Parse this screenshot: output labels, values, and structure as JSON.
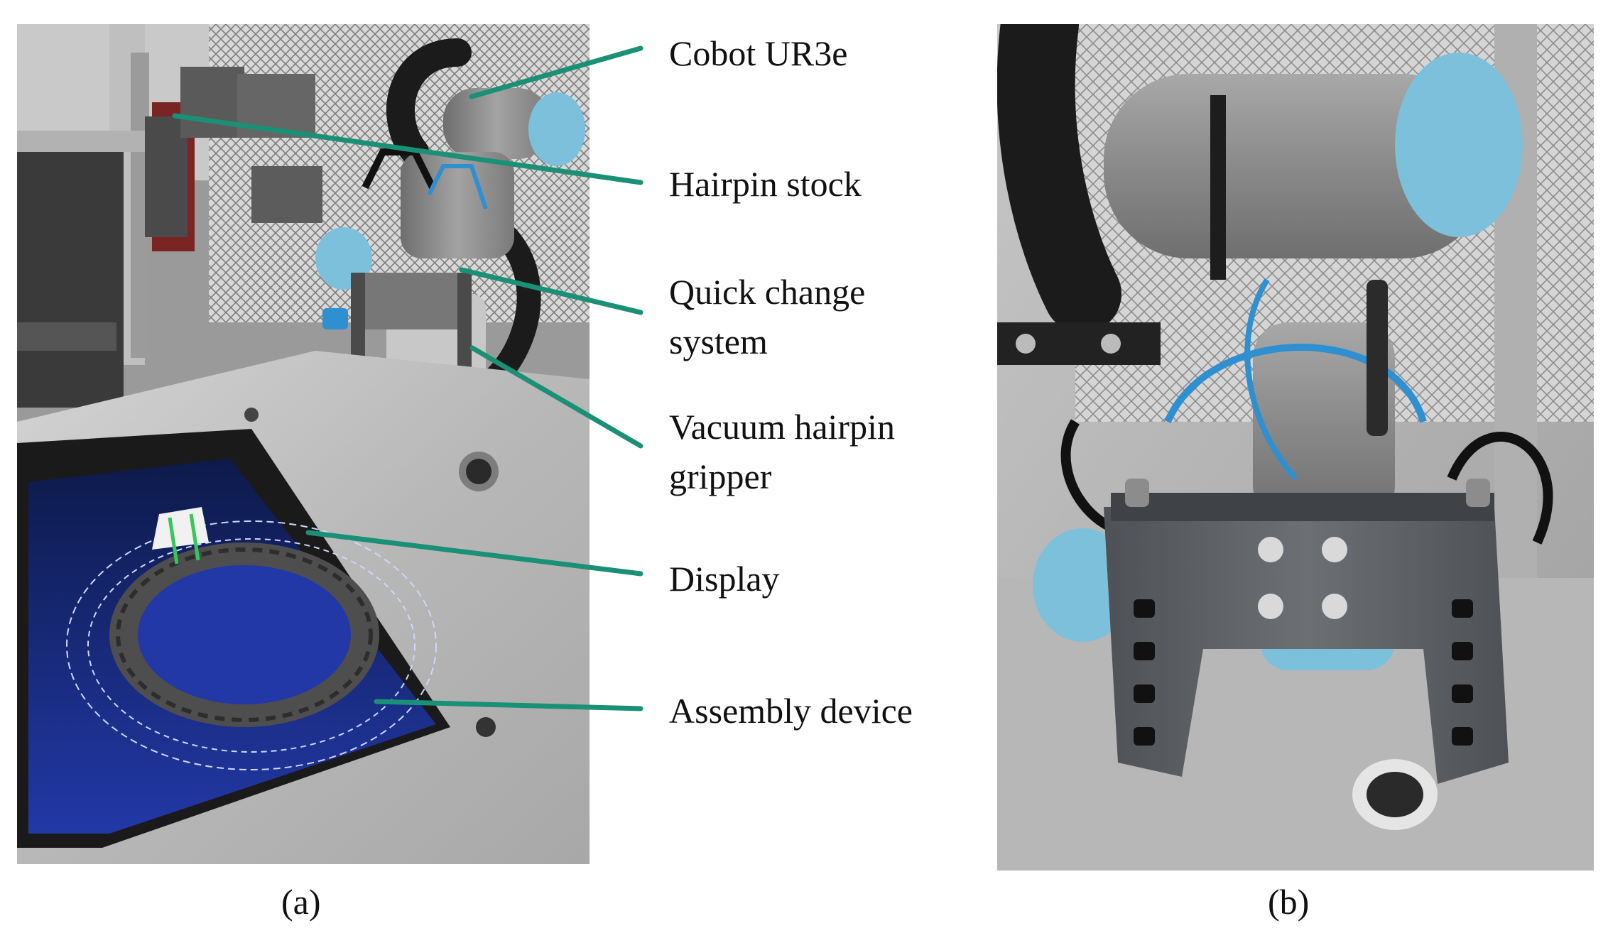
{
  "figure": {
    "callouts": {
      "cobot": "Cobot UR3e",
      "hairpin_stock": "Hairpin stock",
      "quick_change": "Quick change\nsystem",
      "vacuum_gripper": "Vacuum hairpin\ngripper",
      "display": "Display",
      "assembly_device": "Assembly device"
    },
    "sublabels": {
      "a": "(a)",
      "b": "(b)"
    },
    "colors": {
      "callout_line": "#1a9077",
      "robot_grey": "#8c8c8c",
      "robot_blue": "#7cc0dc",
      "display_blue": "#1c2f8a",
      "plate_steel": "#bdbdbd",
      "gripper_grey": "#5f6266",
      "cable_black": "#1b1b1b",
      "hose_blue": "#2e8fd1"
    }
  }
}
